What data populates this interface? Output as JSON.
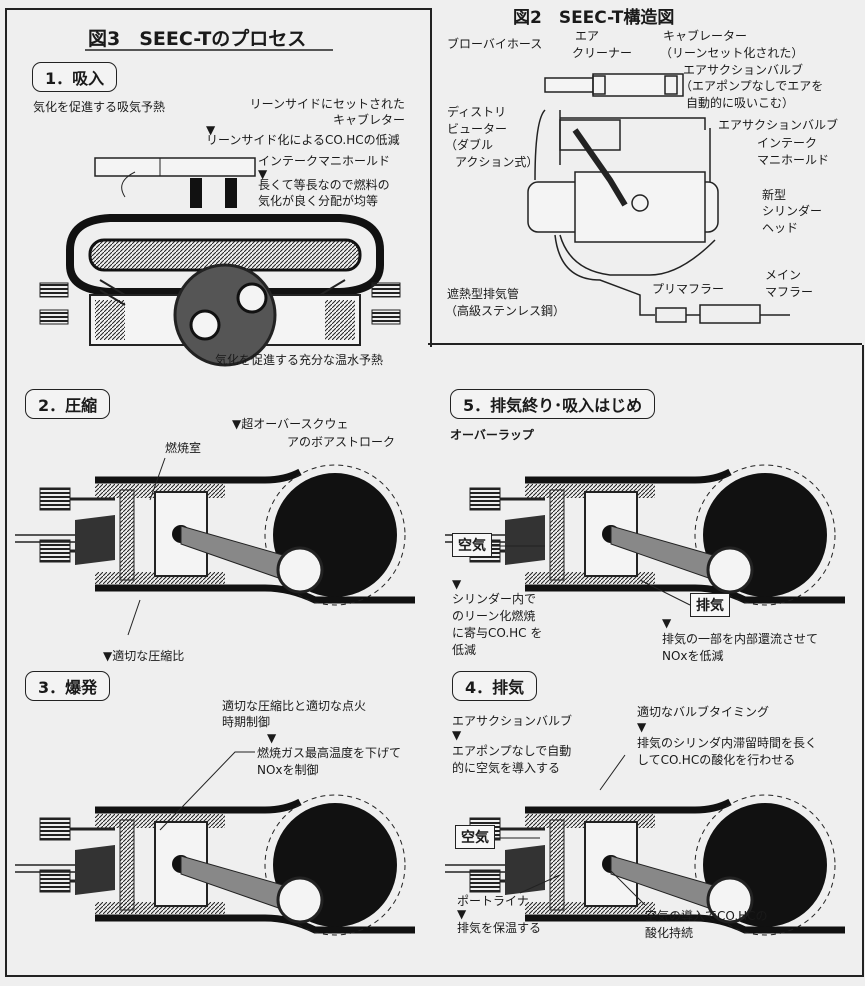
{
  "fig3": {
    "title": "図3　SEEC-Tのプロセス",
    "s1": {
      "label": "1．吸入",
      "preheat": "気化を促進する吸気予熱",
      "carb1": "リーンサイドにセットされた",
      "carb2": "キャブレター",
      "carb_arrow": "▼",
      "carb3": "リーンサイド化によるCO.HCの低減",
      "manifold": "インテークマニホールド",
      "manifold_arrow": "▼",
      "manifold2": "長くて等長なので燃料の",
      "manifold3": "気化が良く分配が均等",
      "water": "気化を促進する充分な温水予熱"
    },
    "s2": {
      "label": "2．圧縮",
      "square1": "▼超オーバースクウェ",
      "square2": "アのボアストローク",
      "chamber": "燃焼室",
      "ratio": "▼適切な圧縮比"
    },
    "s3": {
      "label": "3．爆発",
      "c1": "適切な圧縮比と適切な点火",
      "c2": "時期制御",
      "arrow": "▼",
      "c3": "燃焼ガス最高温度を下げて",
      "c4": "NOxを制御"
    },
    "s4": {
      "label": "4．排気",
      "asv": "エアサクションバルブ",
      "asv_arrow": "▼",
      "asv2": "エアポンプなしで自動",
      "asv3": "的に空気を導入する",
      "timing": "適切なバルブタイミング",
      "timing_arrow": "▼",
      "timing2": "排気のシリンダ内滞留時間を長く",
      "timing3": "してCO.HCの酸化を行わせる",
      "air": "空気",
      "liner": "ポートライナ",
      "liner_arrow": "▼",
      "liner2": "排気を保温する",
      "ox1": "空気の導入でCO.HCの",
      "ox2": "酸化持続"
    },
    "s5": {
      "label": "5．排気終り･吸入はじめ",
      "overlap": "オーバーラップ",
      "air": "空気",
      "lean_arrow": "▼",
      "lean1": "シリンダー内で",
      "lean2": "のリーン化燃焼",
      "lean3": "に寄与CO.HC を",
      "lean4": "低減",
      "exhaust": "排気",
      "egr_arrow": "▼",
      "egr1": "排気の一部を内部還流させて",
      "egr2": "NOxを低減"
    }
  },
  "fig2": {
    "title": "図2　SEEC-T構造図",
    "blowby": "ブローバイホース",
    "cleaner1": "エア",
    "cleaner2": "クリーナー",
    "carb1": "キャブレーター",
    "carb2": "（リーンセット化された）",
    "asv1": "エアサクションバルブ",
    "asv2": "（エアポンプなしでエアを",
    "asv3": "自動的に吸いこむ）",
    "dist1": "ディストリ",
    "dist2": "ビューター",
    "dist3": "（ダブル",
    "dist4": "アクション式）",
    "asv_b": "エアサクションバルブ",
    "im1": "インテーク",
    "im2": "マニホールド",
    "head1": "新型",
    "head2": "シリンダー",
    "head3": "ヘッド",
    "exh1": "遮熱型排気管",
    "exh2": "（高級ステンレス鋼）",
    "pre": "プリマフラー",
    "main1": "メイン",
    "main2": "マフラー"
  }
}
